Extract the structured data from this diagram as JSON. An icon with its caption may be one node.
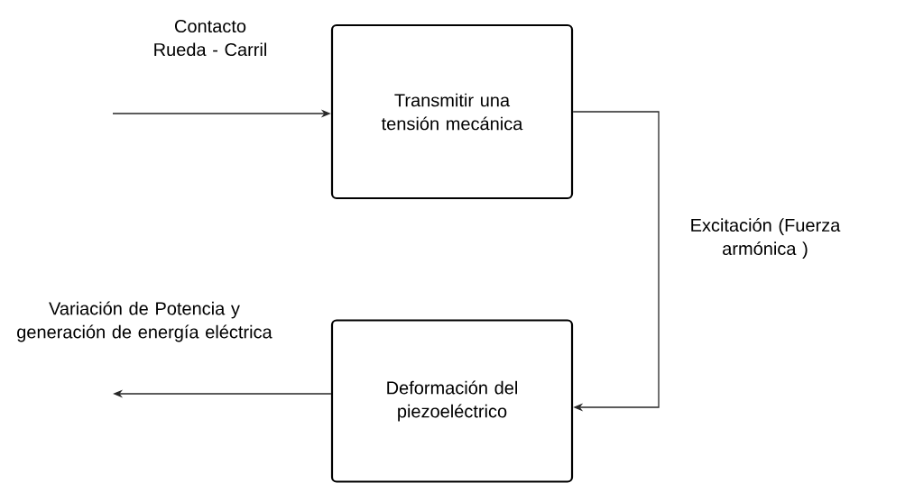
{
  "diagram": {
    "nodes": [
      {
        "text": [
          "Transmitir una tensión mecánica"
        ]
      },
      {
        "text": [
          "Deformación del piezoeléctrico"
        ]
      }
    ],
    "edges": [
      {
        "from": null,
        "to": 0,
        "arrow": "to",
        "label": "Contacto Rueda - Carril"
      },
      {
        "from": 0,
        "to": 1,
        "arrow": "to",
        "label": "Excitación (Fuerza armónica )"
      },
      {
        "from": 1,
        "to": null,
        "arrow": "to",
        "label": "Variación de Potencia y generación de energía eléctrica"
      }
    ]
  }
}
